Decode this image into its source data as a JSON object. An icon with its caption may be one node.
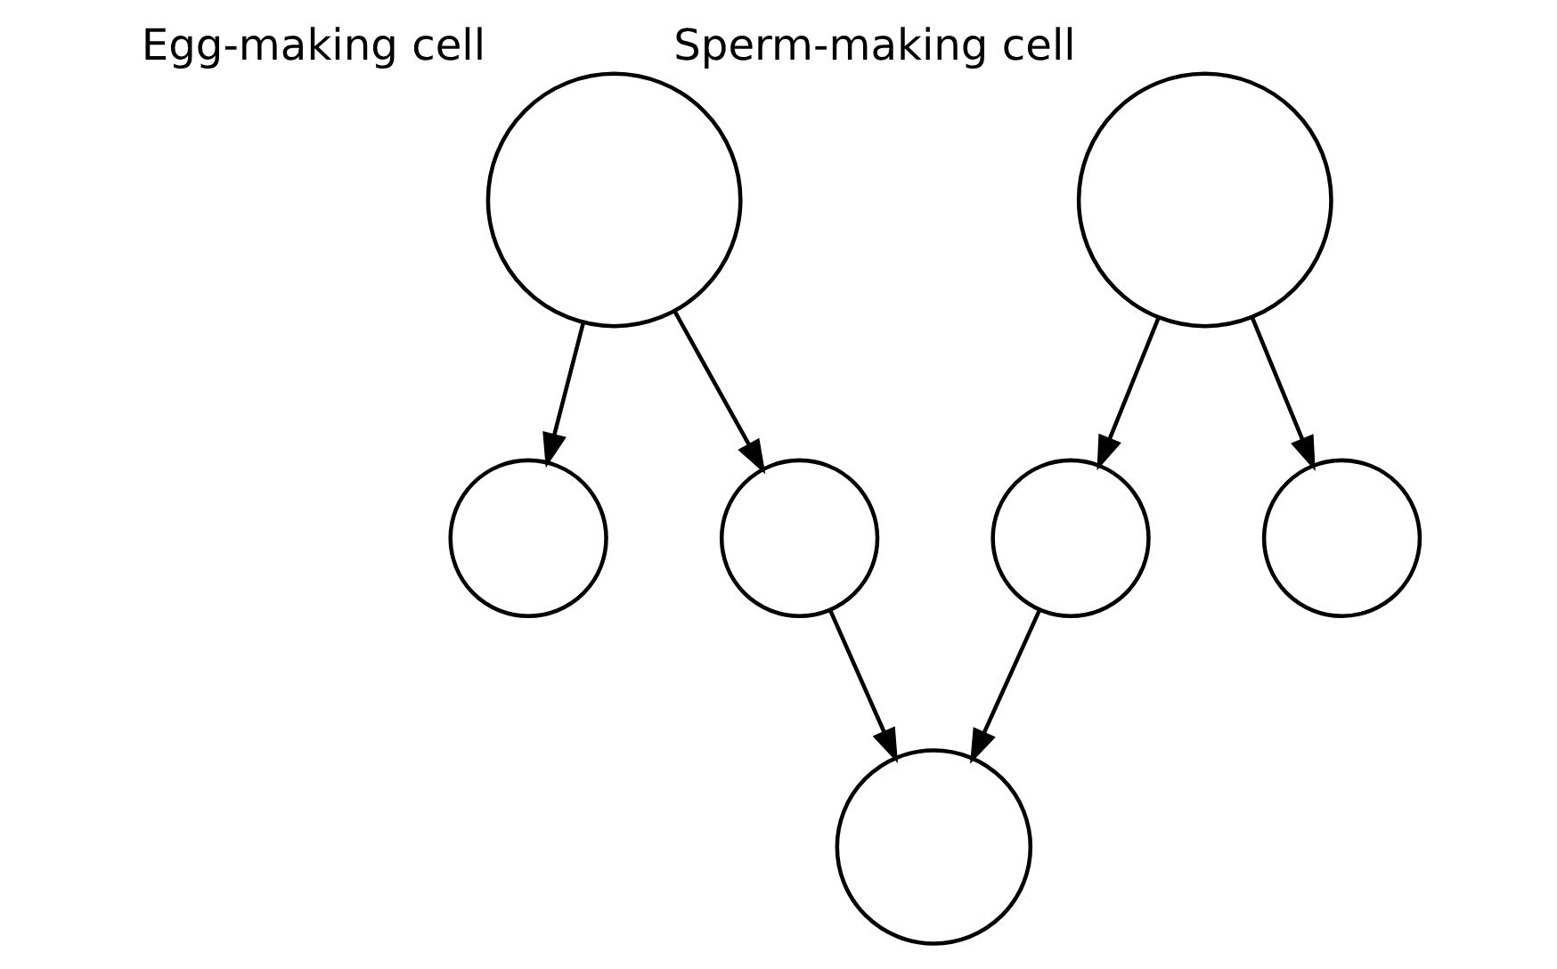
{
  "diagram": {
    "nodes": [
      {
        "text": [
          "Egg-making cell"
        ]
      },
      {
        "text": [
          "Sperm-making cell"
        ]
      },
      {
        "text": [],
        "shape": "circle"
      },
      {
        "text": [],
        "shape": "circle"
      },
      {
        "text": [],
        "shape": "circle"
      },
      {
        "text": [],
        "shape": "circle"
      },
      {
        "text": [],
        "shape": "circle"
      }
    ],
    "edges": [
      {
        "from": 0,
        "to": 2,
        "arrow": "to"
      },
      {
        "from": 0,
        "to": 3,
        "arrow": "to"
      },
      {
        "from": 1,
        "to": 4,
        "arrow": "to"
      },
      {
        "from": 1,
        "to": 5,
        "arrow": "to"
      },
      {
        "from": 3,
        "to": 6,
        "arrow": "to"
      },
      {
        "from": 4,
        "to": 6,
        "arrow": "to"
      }
    ]
  }
}
